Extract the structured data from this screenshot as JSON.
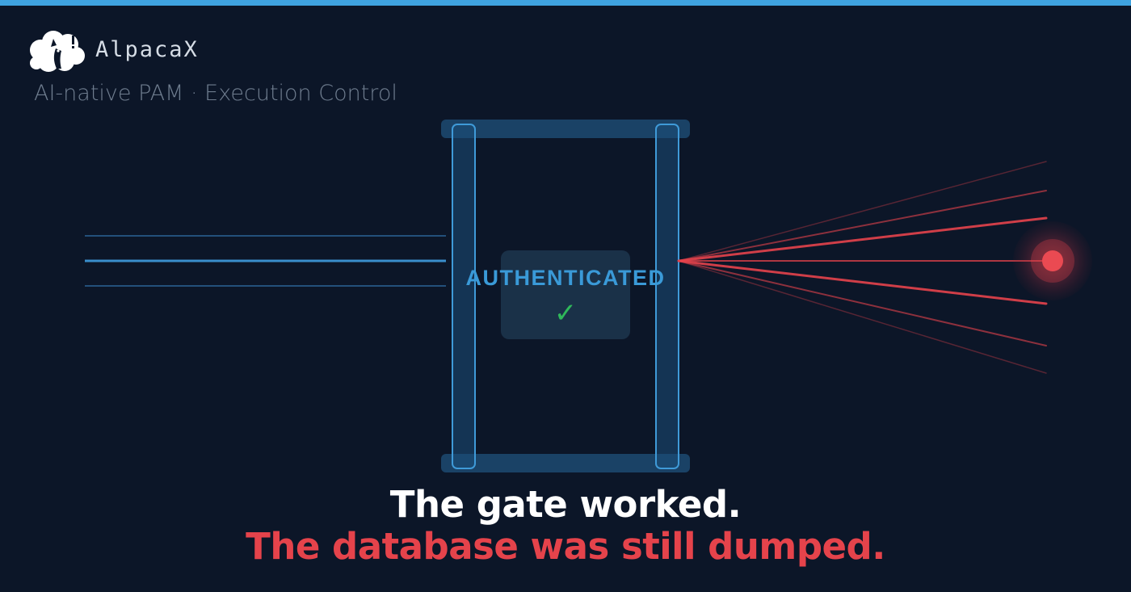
{
  "brand": {
    "name": "AlpacaX",
    "tagline": "AI-native PAM · Execution Control",
    "logo_icon": "alpaca-logo-icon"
  },
  "gate": {
    "status": "AUTHENTICATED",
    "check_glyph": "✓",
    "check_icon": "checkmark-icon"
  },
  "message": {
    "line1": "The gate worked.",
    "line2": "The database was still dumped."
  },
  "colors": {
    "background": "#0c1628",
    "accent_blue": "#3fa3e0",
    "alert_red": "#e5434b",
    "success_green": "#2fb85a"
  }
}
